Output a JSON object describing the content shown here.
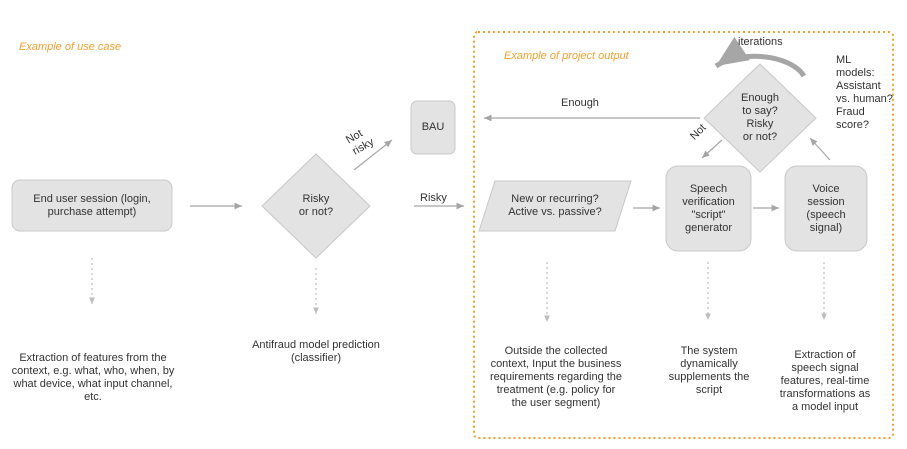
{
  "labels": {
    "use_case_title": "Example of use case",
    "project_output_title": "Example of  project output",
    "end_user_session": "End user session  (login,\npurchase attempt)",
    "risky_or_not": "Risky\nor not?",
    "bau": "BAU",
    "not_risky": "Not\nrisky",
    "risky": "Risky",
    "enough": "Enough",
    "new_or_recurring": "New or recurring?\nActive vs. passive?",
    "speech_verification": "Speech\nverification\n\"script\"\ngenerator",
    "voice_session": "Voice\nsession\n(speech\nsignal)",
    "enough_to_say": "Enough\nto say?\nRisky\nor not?",
    "not": "Not",
    "iterations": "iterations",
    "ml_models": "ML\nmodels:\nAssistant\nvs. human?\nFraud\nscore?",
    "extraction_features": "Extraction of features from the\ncontext, e.g. what, who, when, by\nwhat device, what input channel,\netc.",
    "antifraud_prediction": "Antifraud model prediction\n(classifier)",
    "outside_context": "Outside the collected\ncontext, Input the business\nrequirements regarding the\ntreatment (e.g. policy for\nthe user segment)",
    "system_supplements": "The system\ndynamically\nsupplements the\nscript",
    "extraction_speech": "Extraction of\nspeech signal\nfeatures, real-time\ntransformations as\na model input"
  },
  "colors": {
    "shape_fill": "#e3e3e3",
    "shape_stroke": "#c8c8c8",
    "arrow": "#a6a6a6",
    "accent": "#f0a030",
    "text": "#333333"
  }
}
